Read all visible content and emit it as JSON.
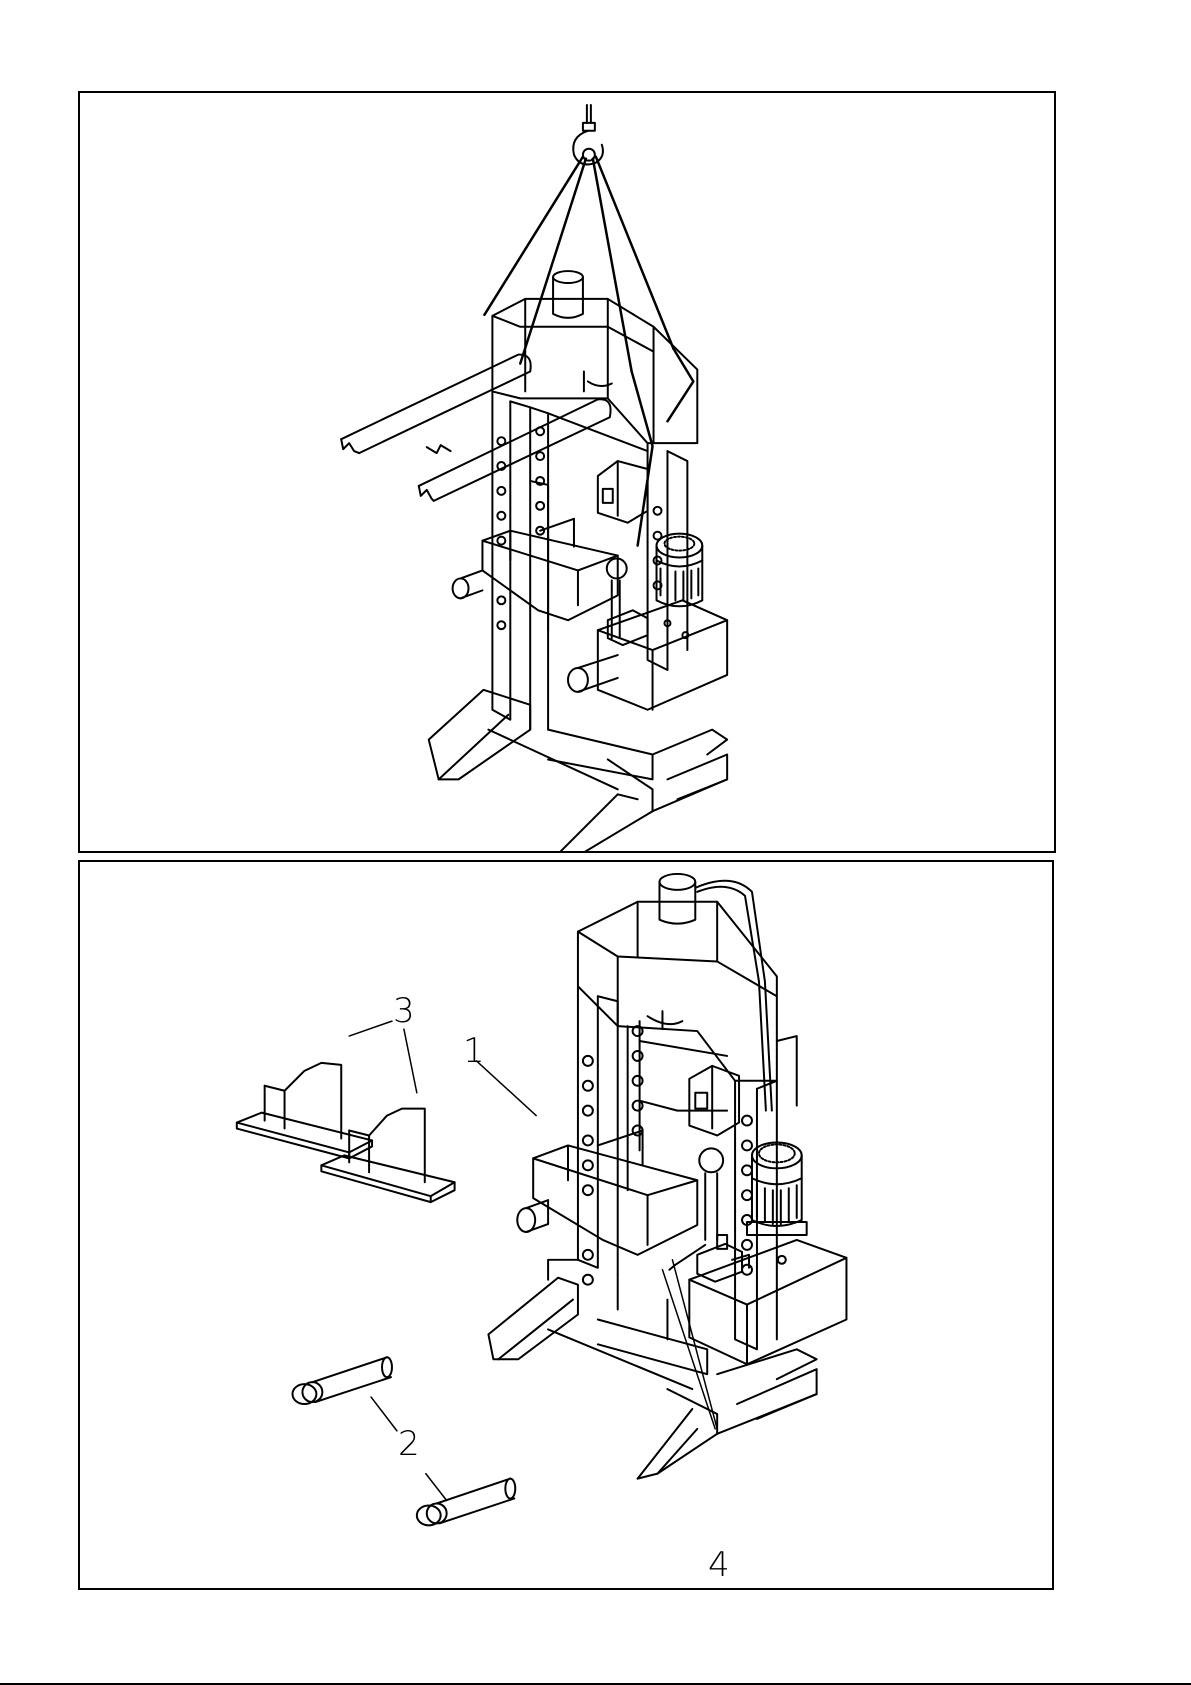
{
  "figure_top": {
    "description_visible": false
  },
  "figure_bottom": {
    "callouts": {
      "c1": "1",
      "c2": "2",
      "c3": "3",
      "c4": "4"
    }
  }
}
